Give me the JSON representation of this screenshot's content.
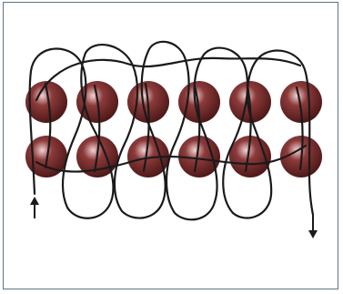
{
  "diagram": {
    "columns": 6,
    "rows": 2,
    "colors": {
      "sphere_fill": "#8c3a3a",
      "sphere_highlight": "#f3d2d2",
      "sphere_shadow": "#4b1616",
      "strand": "#1a1a1a",
      "frame_border": "#5f7483"
    },
    "start_marker": "arrow-up",
    "end_marker": "arrow-down"
  }
}
